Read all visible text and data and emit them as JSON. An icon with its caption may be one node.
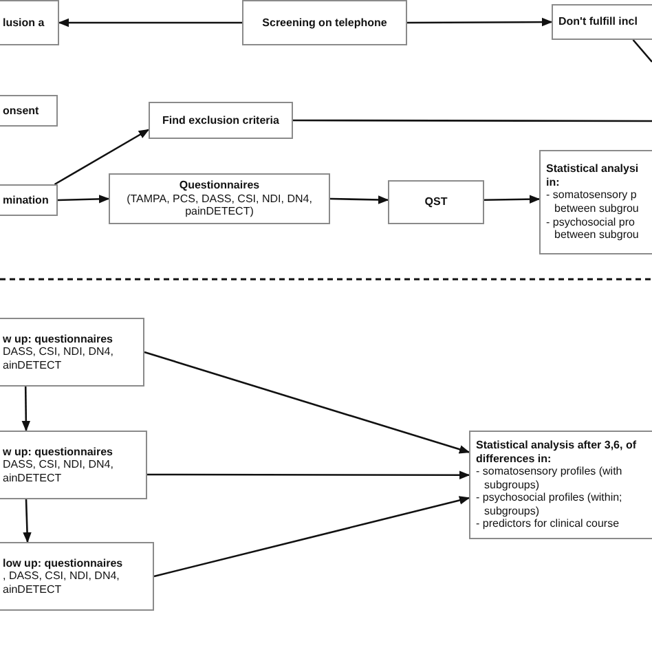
{
  "diagram": {
    "nodes": [
      {
        "text": [
          "lusion a"
        ]
      },
      {
        "text": [
          "Screening on telephone"
        ]
      },
      {
        "text": [
          "Don't fulfill incl"
        ]
      },
      {
        "text": [
          "onsent"
        ]
      },
      {
        "text": [
          "Find exclusion criteria"
        ]
      },
      {
        "text": [
          "mination"
        ]
      },
      {
        "text": [
          "Questionnaires",
          "(TAMPA, PCS, DASS, CSI, NDI, DN4, painDETECT)"
        ]
      },
      {
        "text": [
          "QST"
        ]
      },
      {
        "text": [
          "Statistical analysi in:",
          "- somatosensory p between subgrou",
          "- psychosocial pro between subgrou"
        ]
      },
      {
        "text": [
          "w up: questionnaires",
          "DASS, CSI, NDI, DN4, ainDETECT"
        ]
      },
      {
        "text": [
          "w up: questionnaires",
          "DASS, CSI, NDI, DN4, ainDETECT"
        ]
      },
      {
        "text": [
          "low up: questionnaires",
          ", DASS, CSI, NDI, DN4, ainDETECT"
        ]
      },
      {
        "text": [
          "Statistical analysis after 3,6, of differences in:",
          "- somatosensory profiles (with subgroups)",
          "- psychosocial profiles (within; subgroups)",
          "- predictors for clinical course"
        ]
      }
    ],
    "edges": [
      {
        "from": 1,
        "to": 0,
        "arrow": "to"
      },
      {
        "from": 1,
        "to": 2,
        "arrow": "to"
      },
      {
        "from": 2,
        "to": null,
        "arrow": "none"
      },
      {
        "from": 4,
        "to": null,
        "arrow": "none"
      },
      {
        "from": 5,
        "to": 4,
        "arrow": "to"
      },
      {
        "from": 5,
        "to": 6,
        "arrow": "to"
      },
      {
        "from": 6,
        "to": 7,
        "arrow": "to"
      },
      {
        "from": 7,
        "to": 8,
        "arrow": "to"
      },
      {
        "from": 9,
        "to": 10,
        "arrow": "to"
      },
      {
        "from": 10,
        "to": 11,
        "arrow": "to"
      },
      {
        "from": 9,
        "to": 12,
        "arrow": "to"
      },
      {
        "from": 10,
        "to": 12,
        "arrow": "to"
      },
      {
        "from": 11,
        "to": 12,
        "arrow": "to"
      }
    ]
  }
}
